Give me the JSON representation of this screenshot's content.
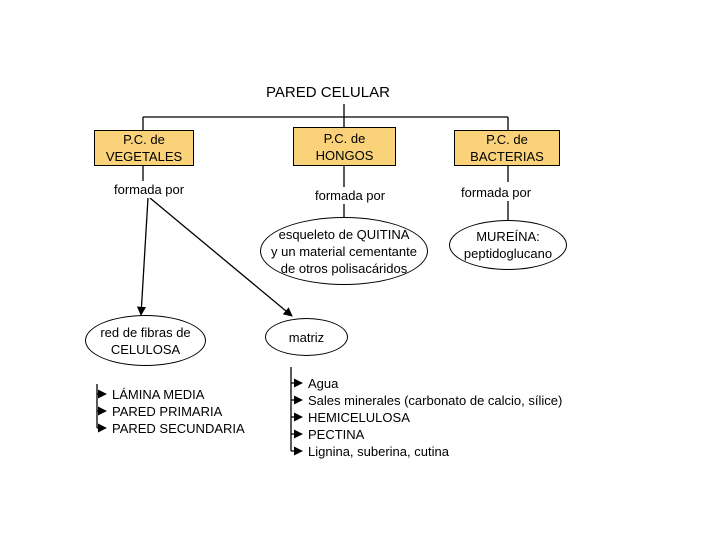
{
  "title": "PARED CELULAR",
  "branches": [
    {
      "label_line1": "P.C. de",
      "label_line2": "VEGETALES",
      "connector": "formada por"
    },
    {
      "label_line1": "P.C. de",
      "label_line2": "HONGOS",
      "connector": "formada por"
    },
    {
      "label_line1": "P.C. de",
      "label_line2": "BACTERIAS",
      "connector": "formada por"
    }
  ],
  "hongos_component": {
    "line1": "esqueleto de QUITINA",
    "line2": "y un material cementante",
    "line3": "de otros polisacáridos"
  },
  "bacterias_component": {
    "line1": "MUREÍNA:",
    "line2": "peptidoglucano"
  },
  "celulosa": {
    "line1": "red de fibras de",
    "line2": "CELULOSA",
    "layers": [
      "LÁMINA MEDIA",
      "PARED PRIMARIA",
      "PARED SECUNDARIA"
    ]
  },
  "matriz": {
    "label": "matriz",
    "items": [
      "Agua",
      "Sales minerales (carbonato de calcio, sílice)",
      "HEMICELULOSA",
      "PECTINA",
      "Lignina, suberina, cutina"
    ]
  },
  "colors": {
    "box_fill": "#f9d27a",
    "line": "#000000"
  }
}
